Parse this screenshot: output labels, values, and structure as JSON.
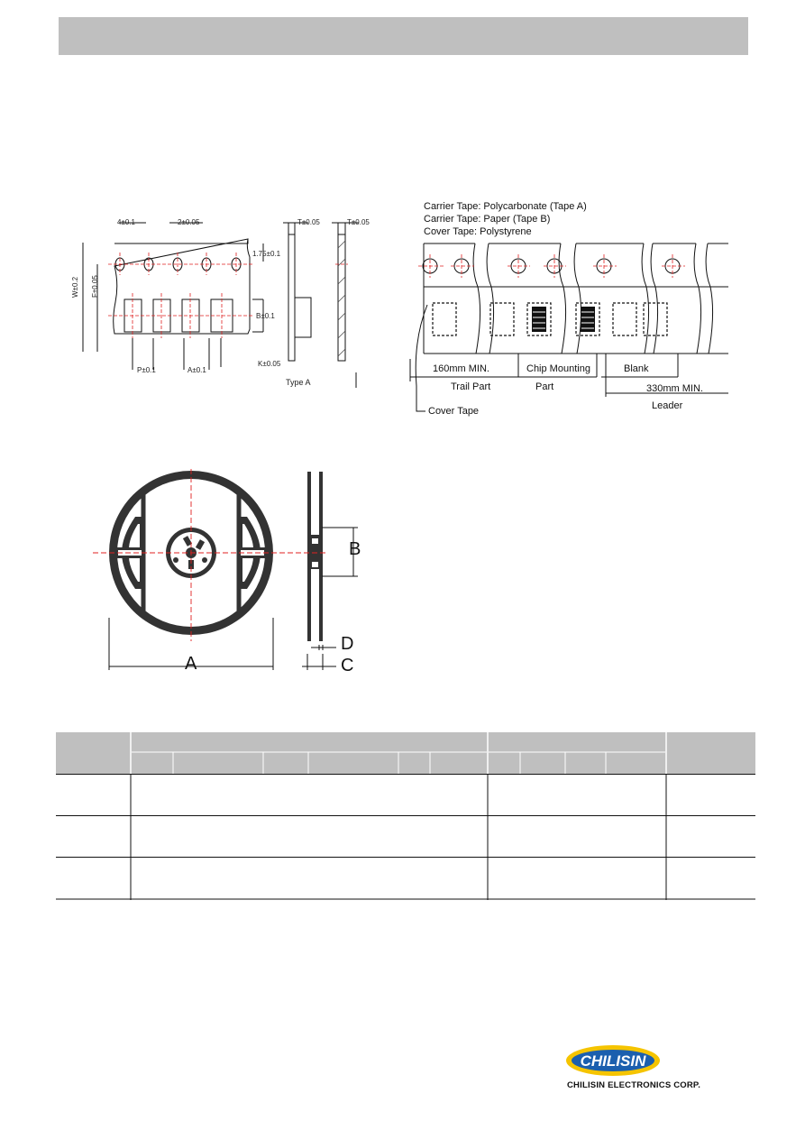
{
  "tape_materials": {
    "line1": "Carrier Tape: Polycarbonate (Tape A)",
    "line2": "Carrier Tape: Paper (Tape B)",
    "line3": "Cover Tape: Polystyrene"
  },
  "tape_dimensions": {
    "pitch_4": "4±0.1",
    "pitch_2": "2±0.05",
    "t_a": "T±0.05",
    "t_b": "T±0.05",
    "e_175": "1.75±0.1",
    "w": "W±0.2",
    "f": "F±0.05",
    "b": "B±0.1",
    "p": "P±0.1",
    "a": "A±0.1",
    "k": "K±0.05",
    "type_a": "Type A"
  },
  "tape_sections": {
    "trail_length": "160mm MIN.",
    "trail_part": "Trail Part",
    "chip_mounting": "Chip Mounting",
    "part": "Part",
    "blank": "Blank",
    "leader_length": "330mm MIN.",
    "leader": "Leader",
    "cover_tape": "Cover Tape"
  },
  "reel_labels": {
    "a": "A",
    "b": "B",
    "c": "C",
    "d": "D"
  },
  "company": {
    "logo_word": "CHILISIN",
    "name": "CHILISIN ELECTRONICS CORP."
  },
  "colors": {
    "header_bar": "#bfbfbf",
    "table_header": "#bfbfbf",
    "centerline_red": "#e02020",
    "logo_blue": "#1b5fae",
    "logo_yellow": "#f5c400"
  }
}
